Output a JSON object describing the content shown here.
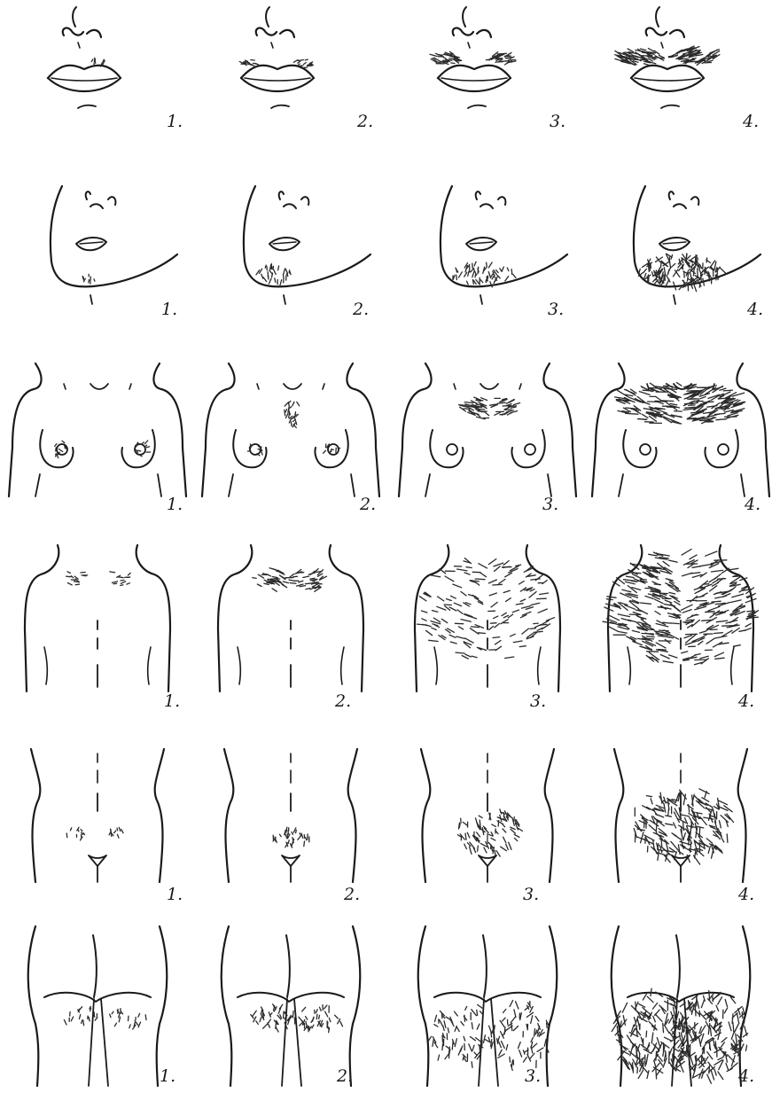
{
  "rows": [
    {
      "region": "upper-lip",
      "panels": [
        {
          "label": "1.",
          "score": 1
        },
        {
          "label": "2.",
          "score": 2
        },
        {
          "label": "3.",
          "score": 3
        },
        {
          "label": "4.",
          "score": 4
        }
      ]
    },
    {
      "region": "chin",
      "panels": [
        {
          "label": "1.",
          "score": 1
        },
        {
          "label": "2.",
          "score": 2
        },
        {
          "label": "3.",
          "score": 3
        },
        {
          "label": "4.",
          "score": 4
        }
      ]
    },
    {
      "region": "chest",
      "panels": [
        {
          "label": "1.",
          "score": 1
        },
        {
          "label": "2.",
          "score": 2
        },
        {
          "label": "3.",
          "score": 3
        },
        {
          "label": "4.",
          "score": 4
        }
      ]
    },
    {
      "region": "upper-back",
      "panels": [
        {
          "label": "1.",
          "score": 1
        },
        {
          "label": "2.",
          "score": 2
        },
        {
          "label": "3.",
          "score": 3
        },
        {
          "label": "4.",
          "score": 4
        }
      ]
    },
    {
      "region": "lower-abdomen",
      "panels": [
        {
          "label": "1.",
          "score": 1
        },
        {
          "label": "2.",
          "score": 2
        },
        {
          "label": "3.",
          "score": 3
        },
        {
          "label": "4.",
          "score": 4
        }
      ]
    },
    {
      "region": "buttocks-thighs",
      "panels": [
        {
          "label": "1.",
          "score": 1
        },
        {
          "label": "2.",
          "score": 2
        },
        {
          "label": "3.",
          "score": 3
        },
        {
          "label": "4.",
          "score": 4
        }
      ]
    }
  ],
  "colors": {
    "ink": "#1a1a1a",
    "hair": "#2a2a2a",
    "paper": "#ffffff"
  }
}
